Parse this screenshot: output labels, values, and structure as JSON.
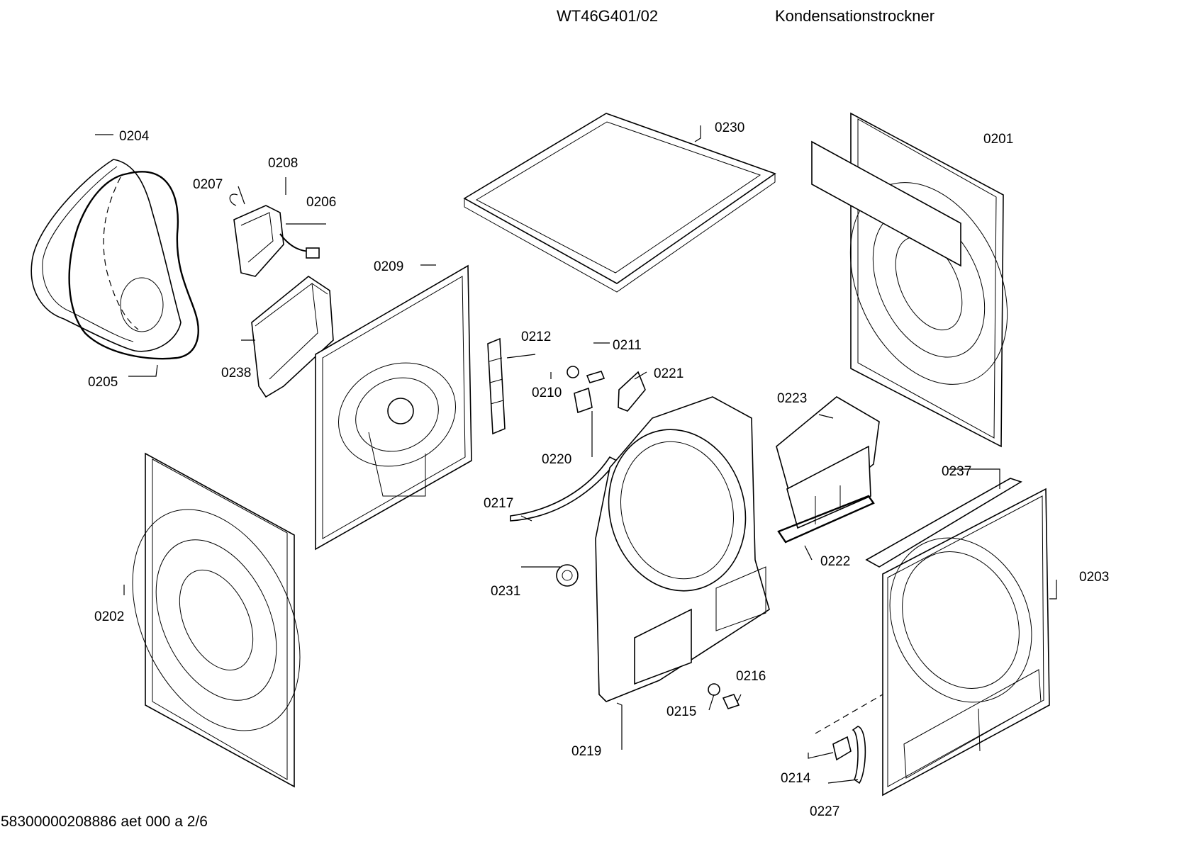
{
  "header": {
    "model": "WT46G401/02",
    "description": "Kondensationstrockner"
  },
  "footer": {
    "doc_id": "58300000208886 aet 000 a 2/6"
  },
  "parts": [
    {
      "id": "p0201",
      "label": "0201"
    },
    {
      "id": "p0202",
      "label": "0202"
    },
    {
      "id": "p0203",
      "label": "0203"
    },
    {
      "id": "p0204",
      "label": "0204"
    },
    {
      "id": "p0205",
      "label": "0205"
    },
    {
      "id": "p0206",
      "label": "0206"
    },
    {
      "id": "p0207",
      "label": "0207"
    },
    {
      "id": "p0208",
      "label": "0208"
    },
    {
      "id": "p0209",
      "label": "0209"
    },
    {
      "id": "p0210",
      "label": "0210"
    },
    {
      "id": "p0211",
      "label": "0211"
    },
    {
      "id": "p0212",
      "label": "0212"
    },
    {
      "id": "p0214",
      "label": "0214"
    },
    {
      "id": "p0215",
      "label": "0215"
    },
    {
      "id": "p0216",
      "label": "0216"
    },
    {
      "id": "p0217",
      "label": "0217"
    },
    {
      "id": "p0219",
      "label": "0219"
    },
    {
      "id": "p0220",
      "label": "0220"
    },
    {
      "id": "p0221",
      "label": "0221"
    },
    {
      "id": "p0222",
      "label": "0222"
    },
    {
      "id": "p0223",
      "label": "0223"
    },
    {
      "id": "p0227",
      "label": "0227"
    },
    {
      "id": "p0230",
      "label": "0230"
    },
    {
      "id": "p0231",
      "label": "0231"
    },
    {
      "id": "p0237",
      "label": "0237"
    },
    {
      "id": "p0238",
      "label": "0238"
    }
  ]
}
